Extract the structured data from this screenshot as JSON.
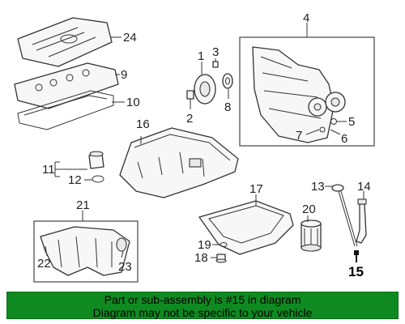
{
  "diagram": {
    "labels": {
      "p1": "1",
      "p2": "2",
      "p3": "3",
      "p4": "4",
      "p5": "5",
      "p6": "6",
      "p7": "7",
      "p8": "8",
      "p9": "9",
      "p10": "10",
      "p11": "11",
      "p12": "12",
      "p13": "13",
      "p14": "14",
      "p15": "15",
      "p16": "16",
      "p17": "17",
      "p18": "18",
      "p19": "19",
      "p20": "20",
      "p21": "21",
      "p22": "22",
      "p23": "23",
      "p24": "24"
    },
    "highlight_part": "15"
  },
  "banner": {
    "line1": "Part or sub-assembly is #15 in diagram",
    "line2": "Diagram may not be specific to your vehicle",
    "color": "#0f8a21"
  }
}
